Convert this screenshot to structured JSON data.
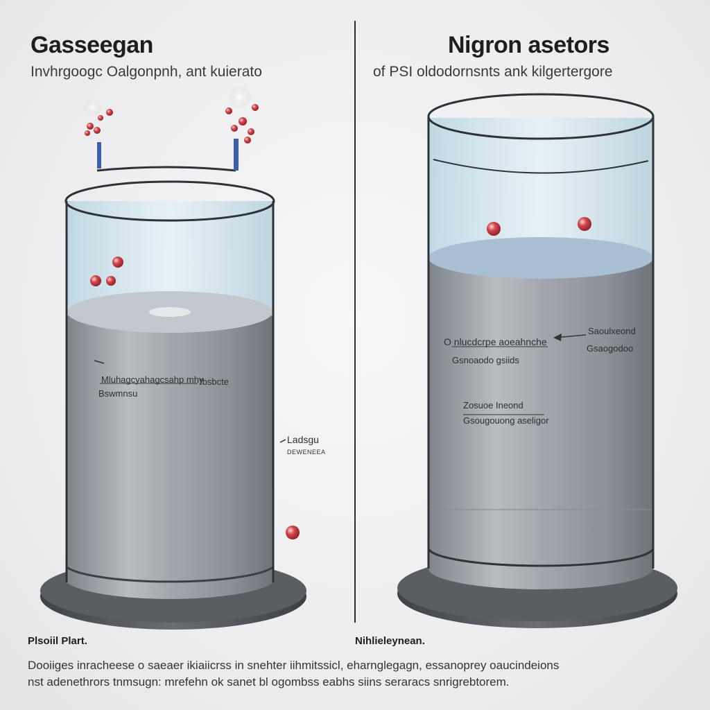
{
  "left_panel": {
    "title": "Gasseegan",
    "subtitle": "Invhrgoogc Oalgonpnh, ant kuierato",
    "label_main_1": "Mluhagcyahagcsahp mhy",
    "label_main_2": "Ibsbcte",
    "label_main_3": "Bswmnsu",
    "side_label": "Ladsgu",
    "side_sublabel": "DEWENEEA",
    "caption": "Plsoiil Plart."
  },
  "right_panel": {
    "title": "Nigron asetors",
    "subtitle": "of PSI oldodornsnts ank kilgertergore",
    "label_1": "O nlucdcrpe aoeahnche",
    "label_2": "Gsnoaodo gsiids",
    "label_3": "Zosuoe Ineond",
    "label_4": "Gsougouong aseligor",
    "arrow_label_1": "Saoulxeond",
    "arrow_label_2": "Gsaogodoo",
    "caption": "Nihlieleynean."
  },
  "footer": {
    "line_1": "Dooiiges inracheese o saeaer ikiaiicrss in snehter iihmitssicl, eharnglegagn, essanoprey oaucindeions",
    "line_2": "nst adenethrors tnmsugn: mrefehn ok sanet bl ogombss eabhs siins seraracs snrigrebtorem."
  },
  "colors": {
    "glass": "#cfe4ee",
    "liquid_top": "#aab6c4",
    "cylinder_body": "#9ea2a8",
    "base": "#505458",
    "molecule": "#c8343a"
  }
}
